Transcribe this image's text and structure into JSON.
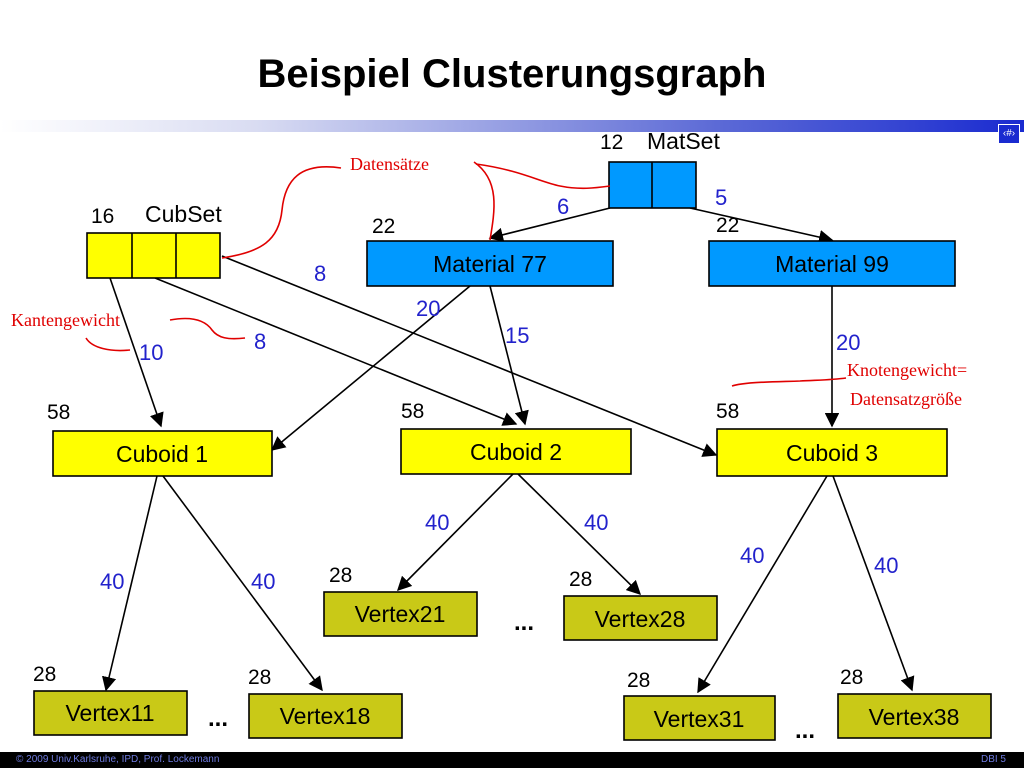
{
  "slide": {
    "title": "Beispiel Clusterungsgraph",
    "page_marker": "‹#›",
    "footer_left": "© 2009 Univ.Karlsruhe, IPD, Prof. Lockemann",
    "footer_right": "DBI 5"
  },
  "colors": {
    "node_blue": "#0099ff",
    "node_yellow": "#ffff00",
    "node_olive": "#c9c917",
    "edge_label": "#2222cc",
    "annotation_red": "#e00000"
  },
  "nodes": {
    "matset": {
      "label": "MatSet",
      "weight": "12"
    },
    "cubset": {
      "label": "CubSet",
      "weight": "16"
    },
    "material77": {
      "label": "Material 77",
      "weight": "22"
    },
    "material99": {
      "label": "Material 99",
      "weight": "22"
    },
    "cuboid1": {
      "label": "Cuboid 1",
      "weight": "58"
    },
    "cuboid2": {
      "label": "Cuboid 2",
      "weight": "58"
    },
    "cuboid3": {
      "label": "Cuboid 3",
      "weight": "58"
    },
    "vertex11": {
      "label": "Vertex11",
      "weight": "28"
    },
    "vertex18": {
      "label": "Vertex18",
      "weight": "28"
    },
    "vertex21": {
      "label": "Vertex21",
      "weight": "28"
    },
    "vertex28": {
      "label": "Vertex28",
      "weight": "28"
    },
    "vertex31": {
      "label": "Vertex31",
      "weight": "28"
    },
    "vertex38": {
      "label": "Vertex38",
      "weight": "28"
    }
  },
  "edges": {
    "matset_material77": "6",
    "matset_material99": "5",
    "cubset_cuboid3": "8",
    "cubset_cuboid2": "8",
    "cubset_cuboid1": "10",
    "material77_cuboid1": "20",
    "material77_cuboid2": "15",
    "material99_cuboid3": "20",
    "cuboid1_vertex11": "40",
    "cuboid1_vertex18": "40",
    "cuboid2_vertex21": "40",
    "cuboid2_vertex28": "40",
    "cuboid3_vertex31": "40",
    "cuboid3_vertex38": "40"
  },
  "ellipses": [
    "...",
    "...",
    "..."
  ],
  "annotations": {
    "datensaetze": "Datensätze",
    "kantengewicht": "Kantengewicht",
    "knotengewicht_line1": "Knotengewicht=",
    "knotengewicht_line2": "Datensatzgröße"
  }
}
